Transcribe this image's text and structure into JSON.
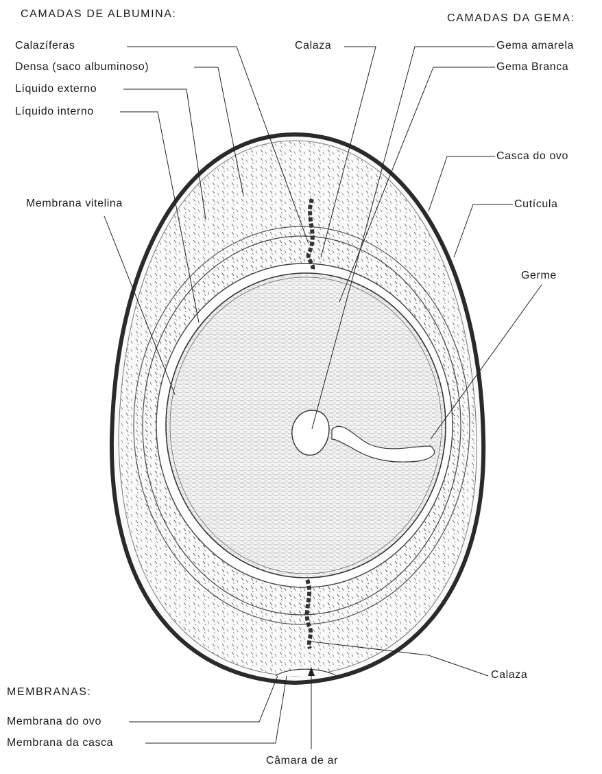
{
  "headings": {
    "albumen_layers": "CAMADAS DE ALBUMINA:",
    "yolk_layers": "CAMADAS DA GEMA:",
    "membranes": "MEMBRANAS:"
  },
  "labels": {
    "chalaziferous": "Calazíferas",
    "dense": "Densa (saco albuminoso)",
    "outer_liquid": "Líquido externo",
    "inner_liquid": "Líquido interno",
    "vitelline_membrane": "Membrana vitelina",
    "chalaza_top": "Calaza",
    "yellow_yolk": "Gema amarela",
    "white_yolk": "Gema Branca",
    "shell": "Casca do ovo",
    "cuticle": "Cutícula",
    "germ": "Germe",
    "chalaza_bottom": "Calaza",
    "egg_membrane": "Membrana do ovo",
    "shell_membrane": "Membrana da casca",
    "air_cell": "Câmara de ar"
  }
}
